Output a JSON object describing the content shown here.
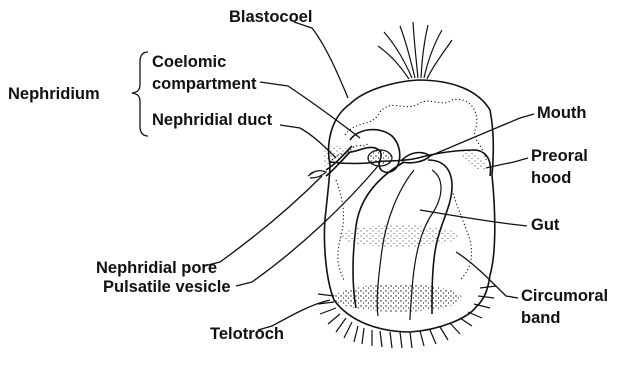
{
  "labels": {
    "blastocoel": "Blastocoel",
    "nephridium": "Nephridium",
    "coelomic_compartment_line1": "Coelomic",
    "coelomic_compartment_line2": "compartment",
    "nephridial_duct": "Nephridial duct",
    "mouth": "Mouth",
    "preoral_hood_line1": "Preoral",
    "preoral_hood_line2": "hood",
    "gut": "Gut",
    "nephridial_pore": "Nephridial pore",
    "pulsatile_vesicle": "Pulsatile vesicle",
    "circumoral_band_line1": "Circumoral",
    "circumoral_band_line2": "band",
    "telotroch": "Telotroch"
  },
  "colors": {
    "ink": "#111111",
    "background": "#ffffff"
  }
}
